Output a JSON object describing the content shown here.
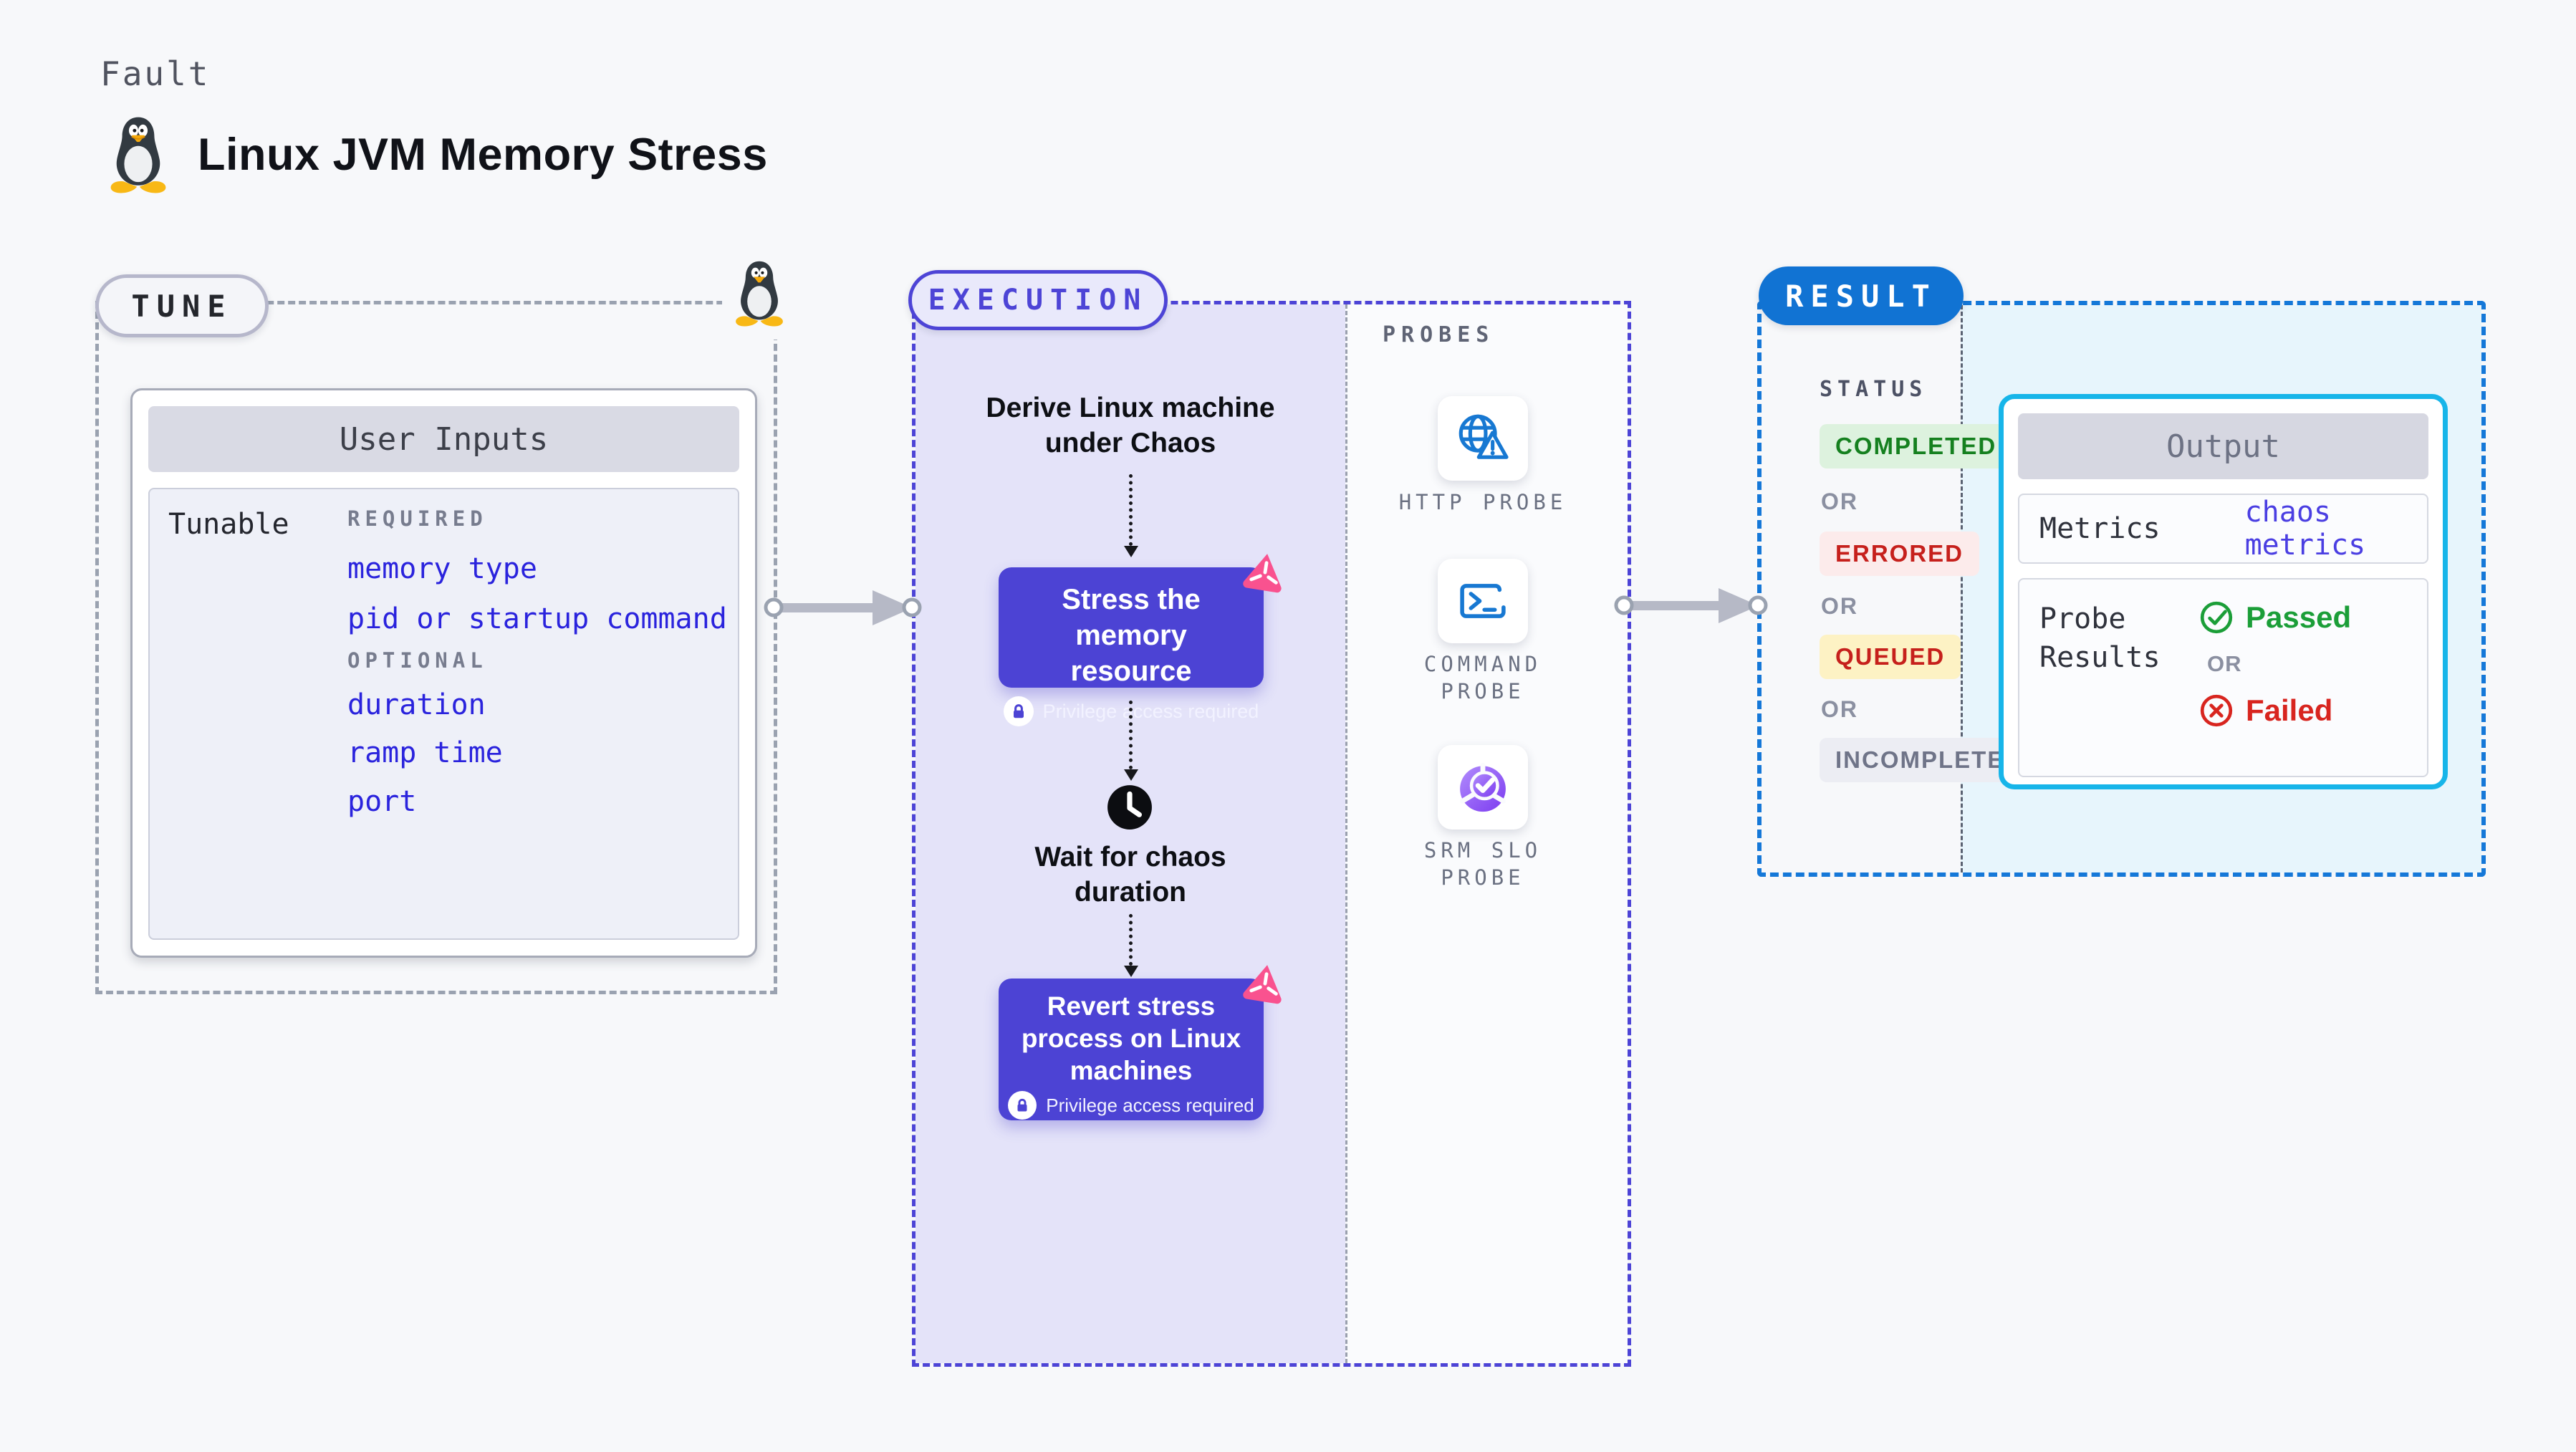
{
  "header": {
    "eyebrow": "Fault",
    "title": "Linux JVM Memory Stress"
  },
  "tune": {
    "badge": "TUNE",
    "card_title": "User Inputs",
    "row_label": "Tunable",
    "required_label": "REQUIRED",
    "required_items": [
      "memory type",
      "pid or startup command"
    ],
    "optional_label": "OPTIONAL",
    "optional_items": [
      "duration",
      "ramp time",
      "port"
    ],
    "link_color": "#2a23dd"
  },
  "execution": {
    "badge": "EXECUTION",
    "accent_color": "#4d44d6",
    "panel_color": "#e4e3f9",
    "step_button_color": "#4c43d4",
    "derive_step": "Derive Linux machine under Chaos",
    "stress_step": "Stress the memory resource",
    "wait_step": "Wait for chaos duration",
    "revert_step": "Revert stress process on Linux machines",
    "privilege_note": "Privilege access required"
  },
  "probes": {
    "label": "PROBES",
    "items": [
      {
        "label": "HTTP PROBE",
        "icon": "globe-alert-icon"
      },
      {
        "label": "COMMAND PROBE",
        "icon": "terminal-icon"
      },
      {
        "label": "SRM SLO PROBE",
        "icon": "slo-donut-icon"
      }
    ]
  },
  "result": {
    "badge": "RESULT",
    "badge_color": "#1173d3",
    "border_color": "#1578d8",
    "status": {
      "label": "STATUS",
      "or_label": "OR",
      "badges": [
        {
          "label": "COMPLETED",
          "bg": "#ddf2de",
          "color": "#15801f"
        },
        {
          "label": "ERRORED",
          "bg": "#fcebeb",
          "color": "#c6201c"
        },
        {
          "label": "QUEUED",
          "bg": "#fdf2c4",
          "color": "#c6201c"
        },
        {
          "label": "INCOMPLETED",
          "bg": "#ecedf3",
          "color": "#6f7488"
        }
      ]
    },
    "output": {
      "title": "Output",
      "card_border_color": "#17b5e9",
      "metrics_label": "Metrics",
      "metrics_link": "chaos metrics",
      "probe_results_label": "Probe Results",
      "passed_label": "Passed",
      "or_label": "OR",
      "failed_label": "Failed",
      "passed_color": "#1b9e38",
      "failed_color": "#d8251f"
    }
  }
}
